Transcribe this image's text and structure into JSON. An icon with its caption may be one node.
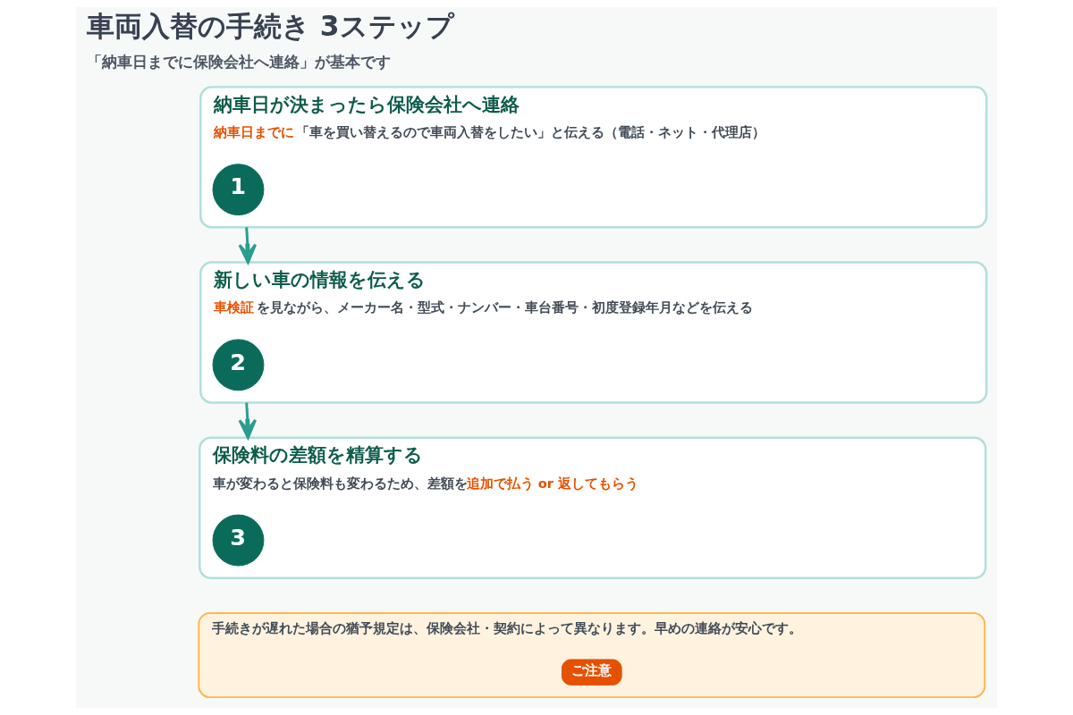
{
  "diagram": {
    "title": "車両入替の手続き 3ステップ",
    "nodes": [
      {
        "text": [
          "納車日が決まったら保険会社へ連絡",
          "**納車日までに**「車を買い替えるので車両入替をしたい」と伝える（電話・ネット・代理店）"
        ]
      },
      {
        "text": [
          "1"
        ],
        "in": 0
      },
      {
        "text": [
          "新しい車の情報を伝える",
          "**車検証**を見ながら、メーカー名・型式・ナンバー・車台番号・初度登録年月などを伝える"
        ]
      },
      {
        "text": [
          "2"
        ],
        "in": 2
      },
      {
        "text": [
          "保険料の差額を精算する",
          "車が変わると保険料も変わるため、差額を**追加で払う or 返してもらう**"
        ]
      },
      {
        "text": [
          "3"
        ],
        "in": 4
      },
      {
        "text": [
          "手続きが遅れた場合の猶予規定は、保険会社・契約によって異なります。早めの連絡が安心です。"
        ]
      },
      {
        "text": [
          "ご注意"
        ],
        "in": 6
      }
    ],
    "edges": [
      {
        "from": 0,
        "to": 2,
        "arrow": "to"
      },
      {
        "from": 2,
        "to": 4,
        "arrow": "to"
      }
    ],
    "labels": [
      "「納車日までに保険会社へ連絡」が基本です"
    ]
  }
}
